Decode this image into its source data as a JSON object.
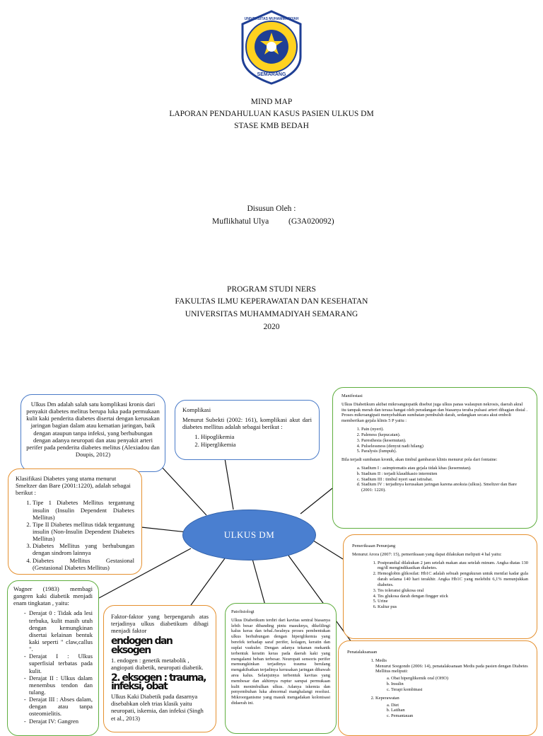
{
  "cover": {
    "logo_text": "UNIVERSITAS MUHAMMADIYAH",
    "logo_city": "SEMARANG",
    "title1": "MIND MAP",
    "title2": "LAPORAN PENDAHULUAN KASUS PASIEN ULKUS DM",
    "title3": "STASE KMB BEDAH",
    "disusun": "Disusun Oleh :",
    "author_name": "Muflikhatul Ulya",
    "author_nim": "(G3A020092)",
    "inst1": "PROGRAM STUDI NERS",
    "inst2": "FAKULTAS ILMU KEPERAWATAN DAN KESEHATAN",
    "inst3": "UNIVERSITAS MUHAMMADIYAH SEMARANG",
    "year": "2020"
  },
  "colors": {
    "blue": "#4a7bc8",
    "orange": "#e5902f",
    "green": "#5fae3e",
    "center": "#4a7fd0"
  },
  "center": {
    "label": "ULKUS DM"
  },
  "definisi": {
    "text": "Ulkus Dm adalah salah satu komplikasi kronis dari penyakit diabetes melitus berupa luka pada permukaan kulit kaki penderita diabetes disertai dengan kerusakan jaringan bagian dalam atau kematian jaringan, baik dengan ataupun tanpa infeksi, yang berhubungan dengan adanya neuropati dan atau penyakit arteri perifer pada penderita diabetes melitus (Alexiadou dan Doupis, 2012)"
  },
  "komplikasi": {
    "title": "Komplikasi",
    "intro": "Menurut Subekti (2002: 161), komplikasi akut dari diabetes mellitus adalah sebagai berikut :",
    "items": [
      "Hipoglikemia",
      "Hiperglikemia"
    ]
  },
  "manifestasi": {
    "title": "Manifestasi",
    "intro": "Ulkus Diabetikum akibat mikroangiopatik disebut juga ulkus panas walaupun nekrosis, daerah akral itu tampak merah dan terasa hangat oleh peradangan dan biasanya teraba pulsasi arteri dibagian distal . Proses mikroangipati menyebabkan sumbatan pembuluh darah, sedangkan secara akut emboli memberikan gejala klinis 5 P yaitu :",
    "items": [
      "Pain (nyeri).",
      "Paleness (kepucatan).",
      "Paresthesia (kesemutan).",
      "Pulselessness (denyut nadi hilang)",
      "Paralysis (lumpuh)."
    ],
    "intro2": "Bila terjadi sumbatan kronik, akan timbul gambaran klinis menurut pola dari fontaine:",
    "stadium": [
      "Stadium I : asimptomatis atau gejala tidak khas (kesemutan).",
      "Stadium II : terjadi klaudikasio intermiten",
      "Stadium III : timbul nyeri saat istirahat.",
      "Stadium IV : terjadinya kerusakan jaringan karena anoksia (ulkus). Smeltzer dan Bare (2001: 1220)."
    ]
  },
  "klasifikasi": {
    "intro": "Klasifikasi Diabetes yang utama menurut Smeltzer dan Bare (2001:1220), adalah sebagai berikut :",
    "items": [
      "Tipe 1 Diabetes Mellitus tergantung insulin (Insulin Dependent Diabetes Mellitus)",
      "Tipe II Diabetes mellitus tidak tergantung insulin (Non-Insulin Dependent Diabetes Mellitus)",
      "Diabetes Mellitus yang berhubungan dengan sindrom lainnya",
      "Diabetes Mellitus Gestasional (Gestasional Diabetes Mellitus)"
    ]
  },
  "pemeriksaan": {
    "title": "Pemeriksaan Penunjang",
    "intro": "Menurut Arora (2007: 15), pemeriksaan yang dapat dilakukan meliputi 4 hal yaitu:",
    "items": [
      "Postprandial dilakukan 2 jam setelah makan atau setelah minum. Angka diatas 130 mg/dl mengindikasikan diabetes.",
      "Hemoglobin glikosilat: Hb1C adalah sebuah pengukuran untuk menilai kadar gula darah selama 140 hari terakhir. Angka Hb1C yang melebihi 6,1% menunjukkan diabetes.",
      "Tes toleransi glukosa oral",
      "Tes glukosa darah dengan fingger stick",
      "Urine",
      "Kultur pus"
    ]
  },
  "wagner": {
    "intro": "Wagner (1983) membagi gangren kaki diabetik menjadi enam tingkatan , yaitu:",
    "items": [
      "Derajat 0 : Tidak ada lesi terbuka, kulit masih utuh dengan kemungkinan disertai kelainan bentuk kaki seperti \" claw,callus \".",
      "Derajat I : Ulkus superfisial terbatas pada kulit.",
      "Derajat II : Ulkus dalam menembus tendon dan tulang.",
      "Derajat III : Abses dalam, dengan atau tanpa osteomielitis.",
      "Derajat IV: Gangren"
    ]
  },
  "faktor": {
    "intro": "Faktor-faktor yang berpengaruh atas terjadinya ulkus diabetikum dibagi menjadi faktor",
    "garble1": "endogen dan eksogen",
    "line1": "1. endogen : genetik metabolik , angiopati diabetik, neuropati diabetik.",
    "garble2": "2. eksogen : trauma, infeksi, obat",
    "outro": "Ulkus Kaki Diabetik pada dasarnya disebabkan oleh trias klasik yaitu neuropati, iskemia, dan infeksi (Singh et al., 2013)"
  },
  "patofisiologi": {
    "title": "Patofisiologi",
    "text": "Ulkus Diabetikum terdiri dari kavitas sentral biasanya lebih besar dibanding pintu masuknya, dikelilingi kalus keras dan tebal.Awalnya proses pembentukan ulkus berhubungan dengan hiperglikemia yang berefek terhadap saraf perifer, kolagen, keratin dan suplai vaskuler. Dengan adanya tekanan mekanik terbentuk keratin keras pada daerah kaki yang mengalami beban terbesar. Neuropati sensoris perifer memungkinkan terjadinya trauma berulang mengakibatkan terjadinya kerusakan jaringan dibawah area kalus. Selanjutnya terbentuk kavitas yang membesar dan akhirnya ruptur sampai permukaan kulit menimbulkan ulkus. Adanya iskemia dan penyembuhan luka abnormal manghalangi resolusi. Mikroorganisme yang masuk mengadakan kolonisasi didaerah ini."
  },
  "penatalaksanaan": {
    "title": "Penatalaksanaan",
    "medis_label": "Medis",
    "medis_intro": "Menurut Soegondo (2006: 14), penatalaksanaan Medis pada pasien dengan Diabetes Mellitus meliputi:",
    "medis_items": [
      "Obat hiperglikemik oral (OHO)",
      "Insulin",
      "Terapi kombinasi"
    ],
    "kep_label": "Keperawatan",
    "kep_items": [
      "Diet",
      "Latihan",
      "Pemantauan"
    ]
  }
}
